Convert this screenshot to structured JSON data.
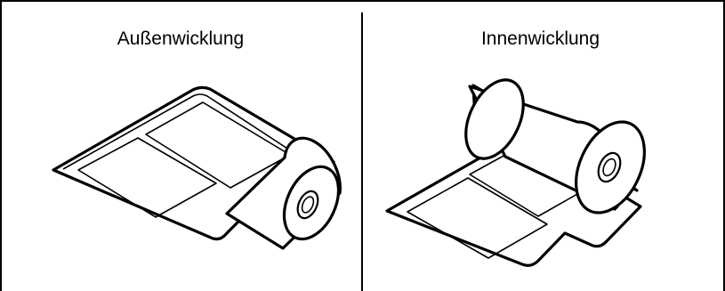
{
  "panels": [
    {
      "title": "Außenwicklung",
      "illustration": "outer-wound-label-roll"
    },
    {
      "title": "Innenwicklung",
      "illustration": "inner-wound-label-roll"
    }
  ]
}
